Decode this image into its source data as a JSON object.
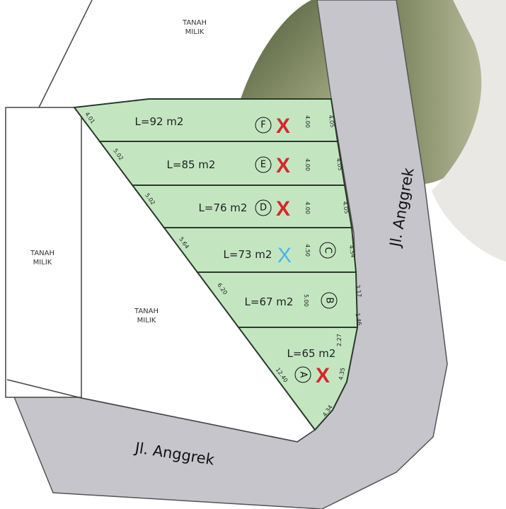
{
  "colors": {
    "lot_fill": "#c3e6c1",
    "road": "#c6c5cb",
    "sold_mark": "#d9262c",
    "booked_mark": "#4fb3e8"
  },
  "neighbors": {
    "top": [
      "TANAH",
      "MILIK"
    ],
    "left": [
      "TANAH",
      "MILIK"
    ],
    "middle": [
      "TANAH",
      "MILIK"
    ]
  },
  "streets": {
    "right": "Jl. Anggrek",
    "bottom": "Jl. Anggrek"
  },
  "lots": [
    {
      "id": "F",
      "area": "L=92 m2",
      "depth": "4.00",
      "front": "4.05",
      "side": "4.01",
      "status": "sold"
    },
    {
      "id": "E",
      "area": "L=85 m2",
      "depth": "4.00",
      "front": "4.05",
      "side": "5.02",
      "status": "sold"
    },
    {
      "id": "D",
      "area": "L=76 m2",
      "depth": "4.00",
      "front": "4.05",
      "side": "5.02",
      "status": "sold"
    },
    {
      "id": "C",
      "area": "L=73 m2",
      "depth": "4.50",
      "front": "4.54",
      "side": "5.64",
      "status": "booked"
    },
    {
      "id": "B",
      "area": "L=67 m2",
      "depth": "5.00",
      "front": "3.17",
      "side": "6.20",
      "status": "available"
    },
    {
      "id": "A",
      "area": "L=65 m2",
      "depth": "",
      "front": "1.46",
      "side": "12.40",
      "status": "sold"
    }
  ],
  "extra_dims": {
    "a_front_1": "2.27",
    "a_front_2": "4.35",
    "a_corner": "4.34"
  },
  "mark_glyph": "X"
}
